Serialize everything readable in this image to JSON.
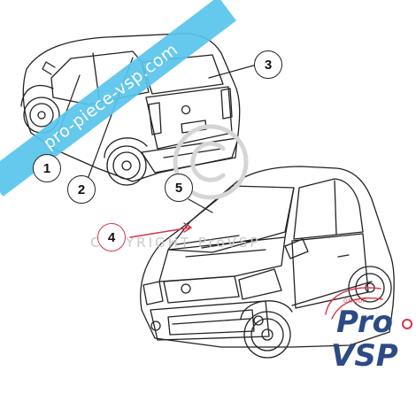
{
  "banner": {
    "text": "pro-piece-vsp.com"
  },
  "watermark": {
    "text": "COPYRIGHT ProVSP"
  },
  "callouts": [
    {
      "label": "1"
    },
    {
      "label": "2"
    },
    {
      "label": "3"
    },
    {
      "label": "4"
    },
    {
      "label": "5"
    }
  ],
  "logo": {
    "group": "GROUP",
    "pro": "Pro",
    "vsp": "VSP"
  },
  "colors": {
    "banner": "#59c4ec",
    "accent": "#d9334a",
    "brand": "#2c4a86"
  }
}
